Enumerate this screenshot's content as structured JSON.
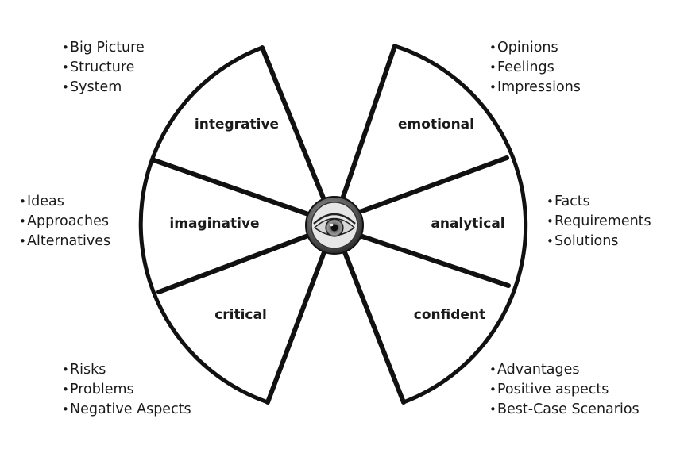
{
  "segments": {
    "integrative": {
      "label": "integrative",
      "notes": [
        "Big Picture",
        "Structure",
        "System"
      ]
    },
    "imaginative": {
      "label": "imaginative",
      "notes": [
        "Ideas",
        "Approaches",
        "Alternatives"
      ]
    },
    "critical": {
      "label": "critical",
      "notes": [
        "Risks",
        "Problems",
        "Negative Aspects"
      ]
    },
    "emotional": {
      "label": "emotional",
      "notes": [
        "Opinions",
        "Feelings",
        "Impressions"
      ]
    },
    "analytical": {
      "label": "analytical",
      "notes": [
        "Facts",
        "Requirements",
        "Solutions"
      ]
    },
    "confident": {
      "label": "confident",
      "notes": [
        "Advantages",
        "Positive aspects",
        "Best-Case Scenarios"
      ]
    }
  },
  "center": {
    "icon": "eye-icon"
  },
  "colors": {
    "stroke": "#111111",
    "text": "#1a1a1a",
    "background": "#ffffff"
  }
}
